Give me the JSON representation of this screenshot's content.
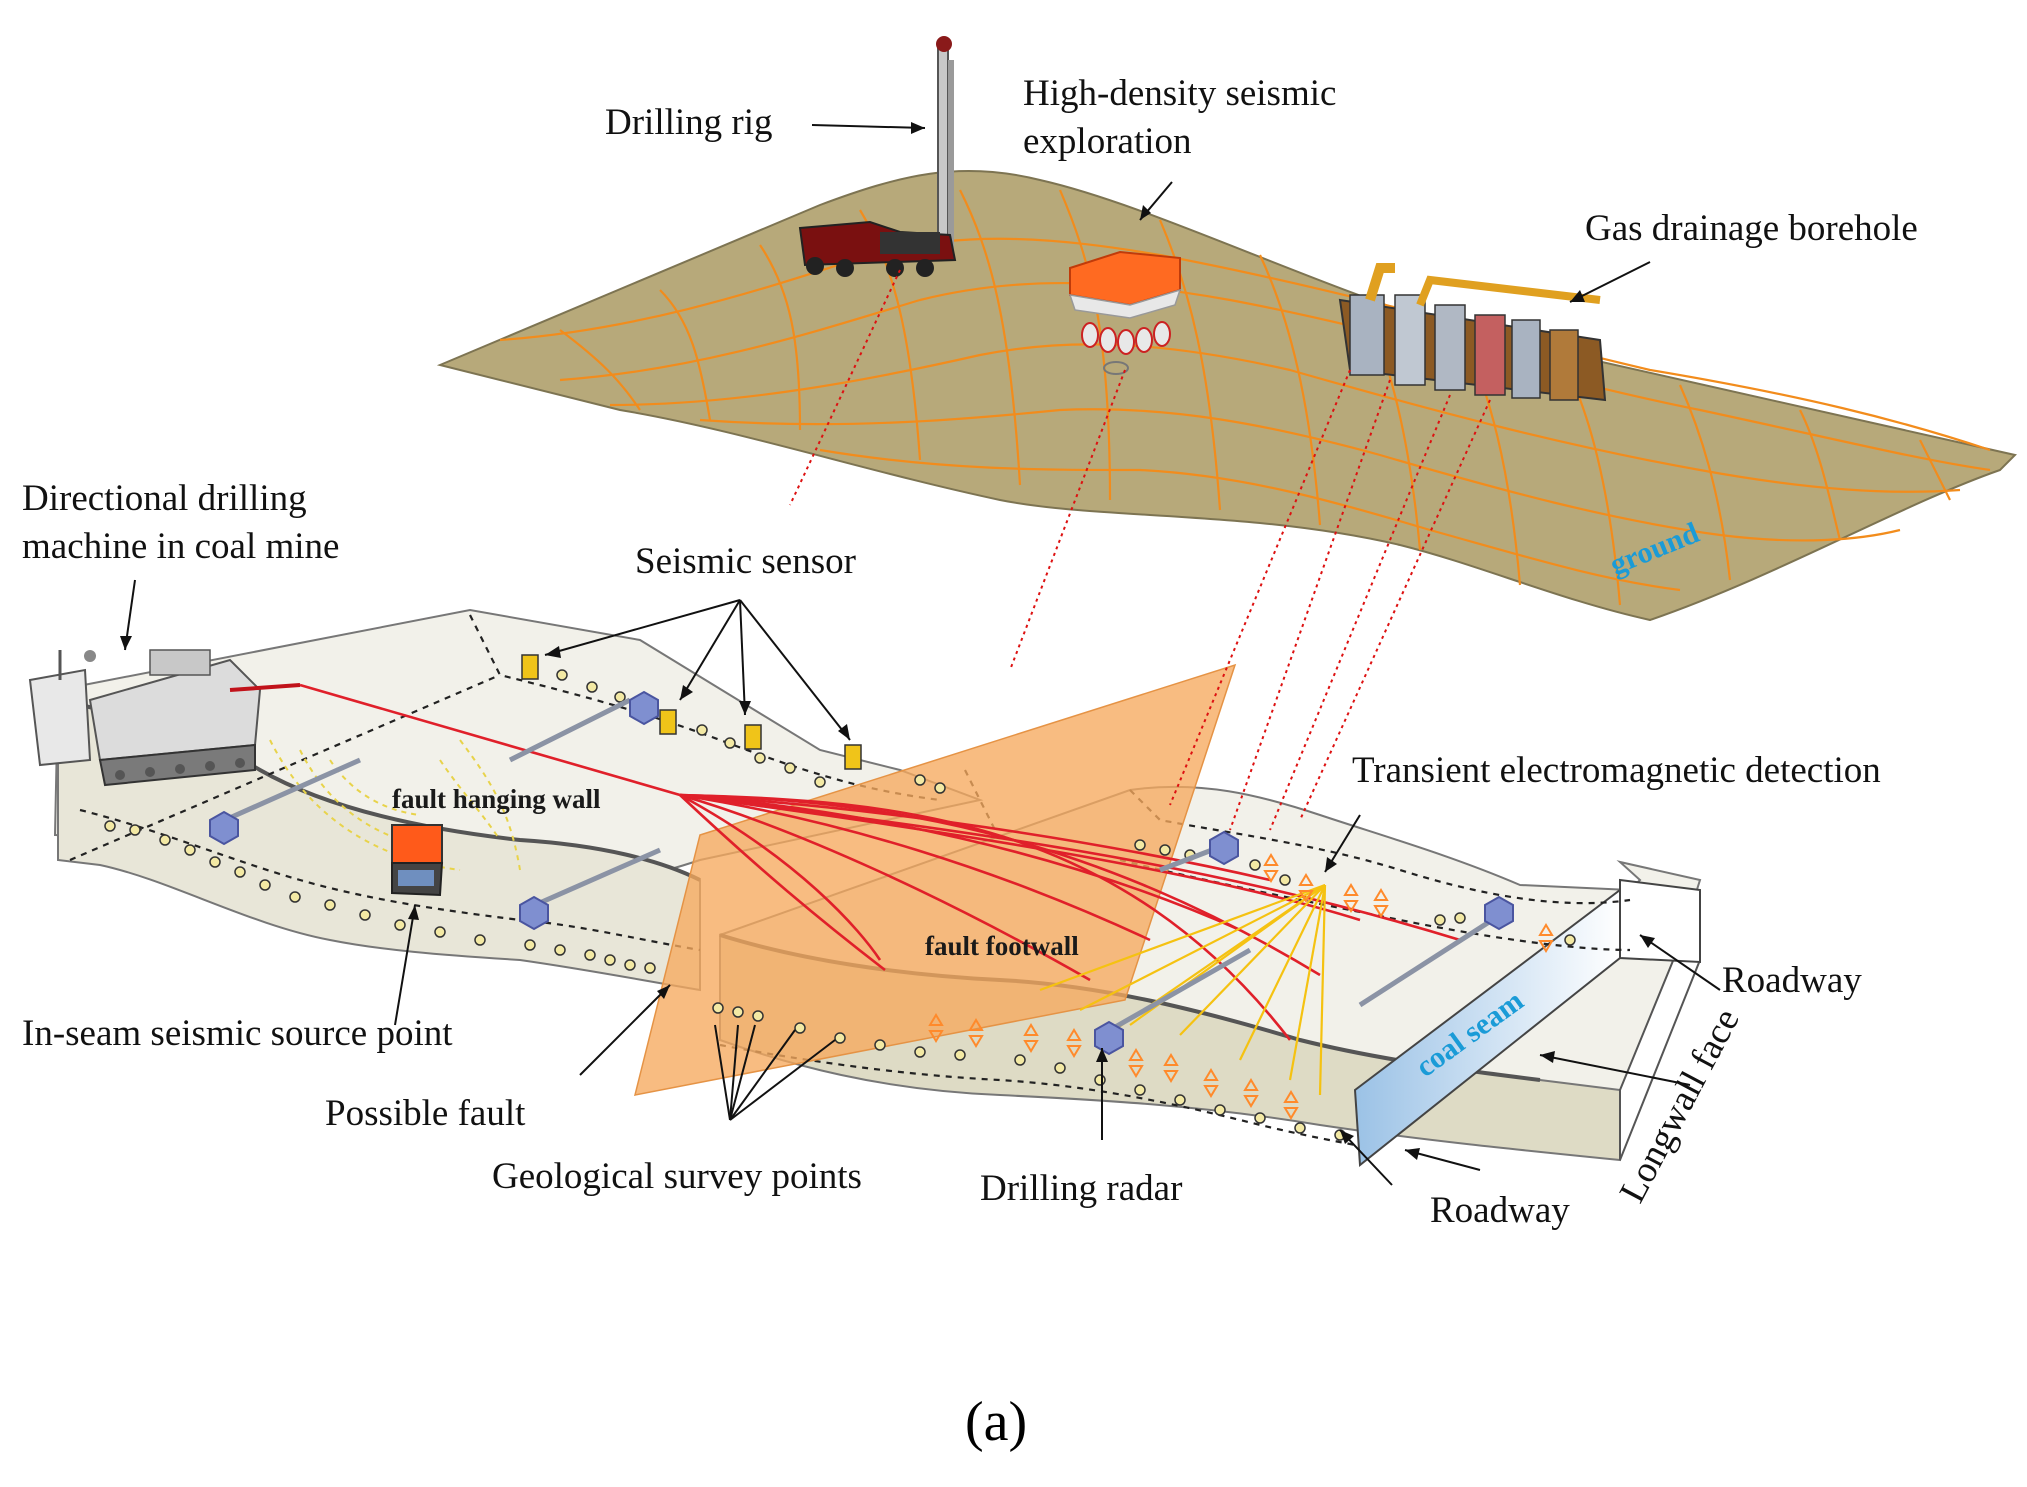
{
  "labels": {
    "drilling_rig": "Drilling rig",
    "hd_seismic_line1": "High-density seismic",
    "hd_seismic_line2": "exploration",
    "gas_drainage": "Gas drainage borehole",
    "directional_line1": "Directional drilling",
    "directional_line2": "machine in coal mine",
    "seismic_sensor": "Seismic sensor",
    "ground": "ground",
    "transient_em": "Transient electromagnetic detection",
    "fault_hanging_wall": "fault hanging wall",
    "fault_footwall": "fault footwall",
    "roadway_top": "Roadway",
    "roadway_bottom": "Roadway",
    "coal_seam": "coal seam",
    "longwall_face": "Longwall face",
    "in_seam_source": "In-seam seismic source point",
    "possible_fault": "Possible fault",
    "geological_points": "Geological survey points",
    "drilling_radar": "Drilling radar",
    "caption": "(a)"
  },
  "colors": {
    "ground_fill": "#b7a97a",
    "ground_lines": "#f28c1c",
    "coal_body": "#f2f1ea",
    "seam_side": "#e3e0cc",
    "fault_plane": "#f6a95e",
    "borehole_red": "#e0202a",
    "tem_lines": "#f5c211",
    "sensor_yellow": "#f0c419",
    "radar_blue": "#7f8fd0",
    "survey_point": "#f3e9a4",
    "tem_marker": "#ff8a2b",
    "label_blue": "#1a9bd7"
  },
  "icons": [
    "drilling-rig-icon",
    "seismic-vibrator-icon",
    "gas-station-icon",
    "directional-drill-icon",
    "seismic-sensor-icon",
    "radar-icon",
    "seismic-source-icon"
  ]
}
